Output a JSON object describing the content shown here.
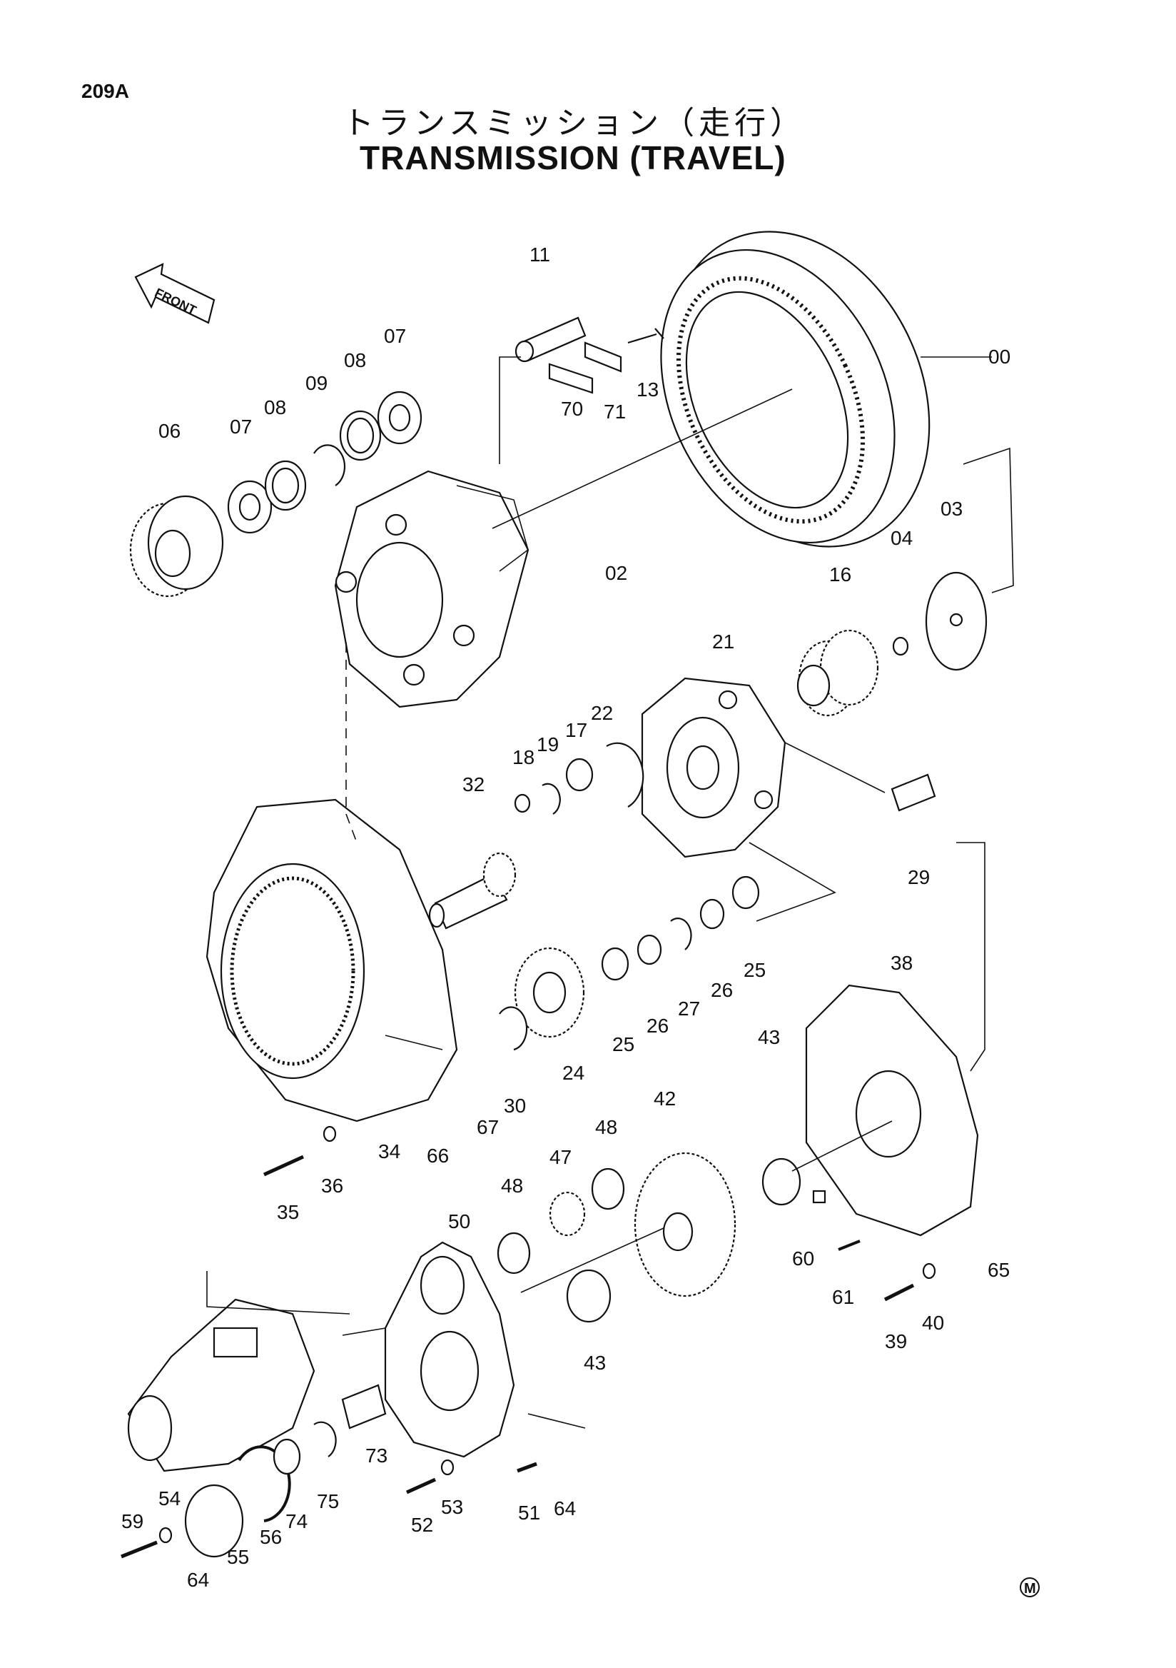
{
  "header": {
    "code": "209A",
    "title_jp": "トランスミッション（走行）",
    "title_en": "TRANSMISSION (TRAVEL)"
  },
  "front_label": "FRONT",
  "corner_mark": "M",
  "callouts": [
    "00",
    "02",
    "03",
    "04",
    "06",
    "07",
    "07",
    "08",
    "08",
    "09",
    "11",
    "13",
    "16",
    "17",
    "18",
    "19",
    "21",
    "22",
    "24",
    "25",
    "25",
    "26",
    "26",
    "27",
    "29",
    "30",
    "32",
    "34",
    "35",
    "36",
    "38",
    "39",
    "40",
    "42",
    "43",
    "43",
    "47",
    "48",
    "48",
    "50",
    "51",
    "52",
    "53",
    "54",
    "55",
    "56",
    "59",
    "60",
    "61",
    "64",
    "64",
    "65",
    "66",
    "67",
    "70",
    "71",
    "73",
    "74",
    "75"
  ]
}
